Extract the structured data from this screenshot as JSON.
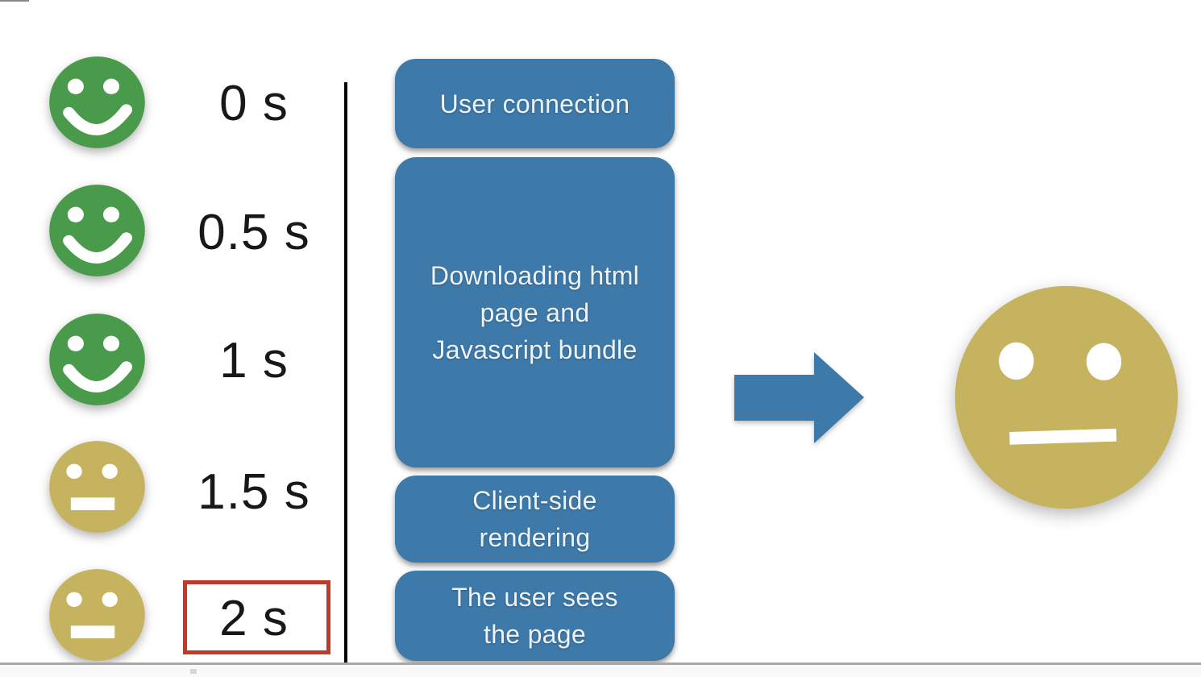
{
  "colors": {
    "happy_green": "#499a4b",
    "neutral_olive": "#c5b35f",
    "stage_blue": "#3d79a9",
    "highlight_red": "#c23a27",
    "label_text": "#181818",
    "stage_text": "#eef3f8"
  },
  "timeline": {
    "rows": [
      {
        "time": "0 s",
        "mood": "happy",
        "icon": "happy-face-icon",
        "highlighted": false
      },
      {
        "time": "0.5 s",
        "mood": "happy",
        "icon": "happy-face-icon",
        "highlighted": false
      },
      {
        "time": "1 s",
        "mood": "happy",
        "icon": "happy-face-icon",
        "highlighted": false
      },
      {
        "time": "1.5 s",
        "mood": "neutral",
        "icon": "neutral-face-icon",
        "highlighted": false
      },
      {
        "time": "2 s",
        "mood": "neutral",
        "icon": "neutral-face-icon",
        "highlighted": true
      }
    ],
    "highlighted_time": "2 s"
  },
  "stages": [
    {
      "label": "User connection",
      "lines": [
        "User connection"
      ]
    },
    {
      "label": "Downloading html page and Javascript bundle",
      "lines": [
        "Downloading html",
        "page and",
        "Javascript bundle"
      ]
    },
    {
      "label": "Client-side rendering",
      "lines": [
        "Client-side",
        "rendering"
      ]
    },
    {
      "label": "The user sees the page",
      "lines": [
        "The user sees",
        "the page"
      ]
    }
  ],
  "result": {
    "mood": "neutral",
    "icon": "neutral-face-icon",
    "arrow_icon": "right-arrow-icon"
  }
}
